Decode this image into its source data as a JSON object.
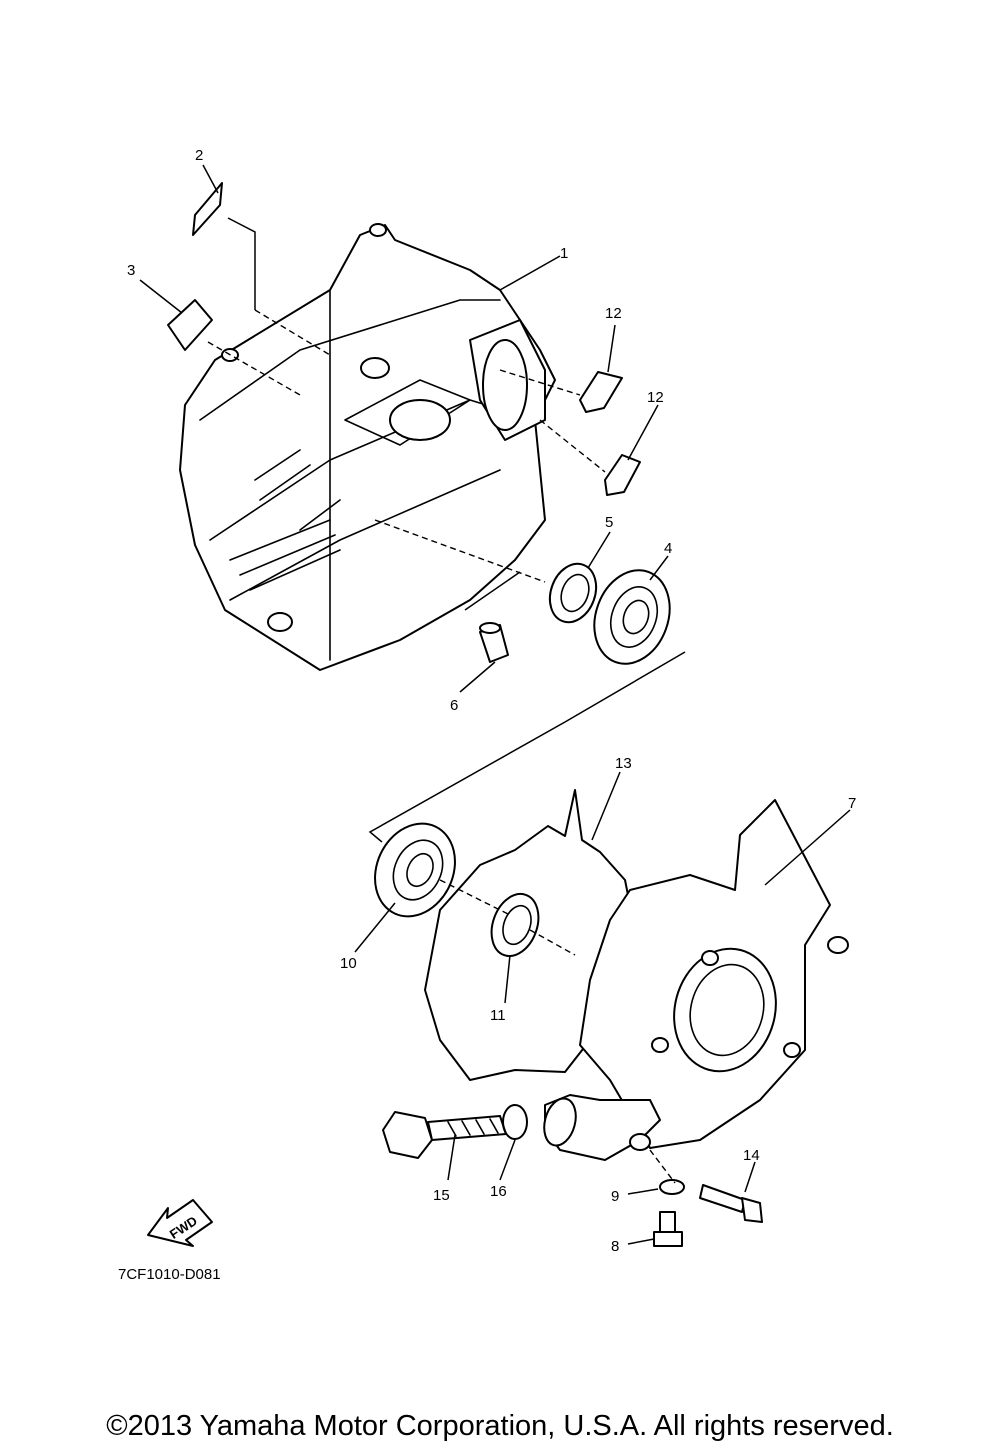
{
  "diagram": {
    "code": "7CF1010-D081",
    "fwd_label": "FWD",
    "callouts": {
      "c1": "1",
      "c2": "2",
      "c3": "3",
      "c4": "4",
      "c5": "5",
      "c6": "6",
      "c7": "7",
      "c8": "8",
      "c9": "9",
      "c10": "10",
      "c11": "11",
      "c12a": "12",
      "c12b": "12",
      "c13": "13",
      "c14": "14",
      "c15": "15",
      "c16": "16"
    }
  },
  "footer": {
    "copyright": "©2013 Yamaha Motor Corporation, U.S.A. All rights reserved."
  }
}
